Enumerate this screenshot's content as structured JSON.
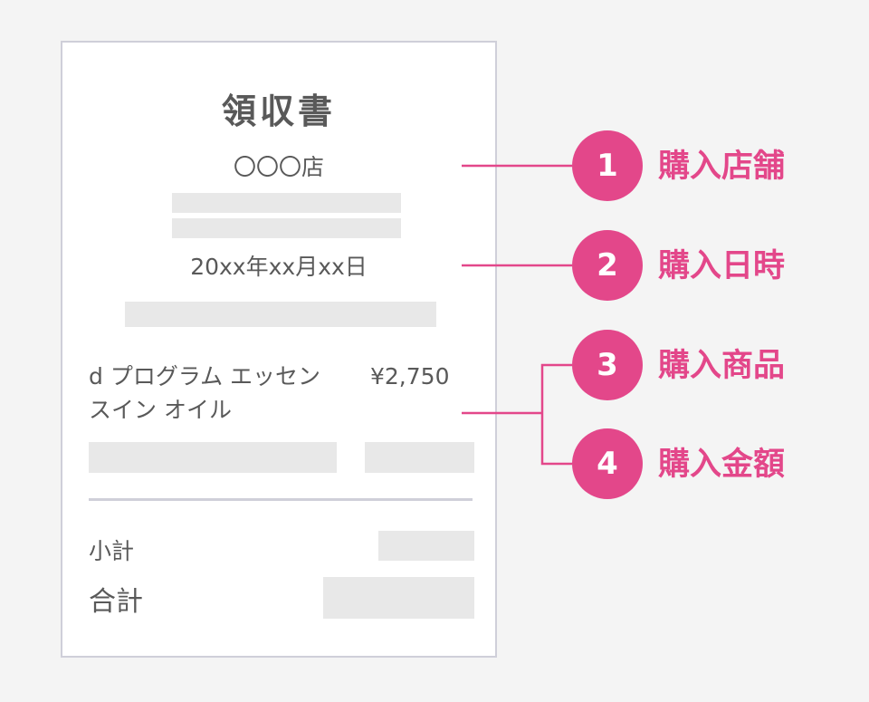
{
  "receipt": {
    "title": "領収書",
    "store": "〇〇〇店",
    "date": "20xx年xx月xx日",
    "item_name": "d プログラム エッセンスイン オイル",
    "item_price": "¥2,750",
    "subtotal_label": "小計",
    "total_label": "合計"
  },
  "callouts": [
    {
      "number": "1",
      "label": "購入店舗"
    },
    {
      "number": "2",
      "label": "購入日時"
    },
    {
      "number": "3",
      "label": "購入商品"
    },
    {
      "number": "4",
      "label": "購入金額"
    }
  ],
  "colors": {
    "accent": "#e3478a",
    "receipt_border": "#cfcfd9",
    "placeholder_bar": "#e8e8e8",
    "text": "#595959",
    "background": "#f4f4f4"
  }
}
